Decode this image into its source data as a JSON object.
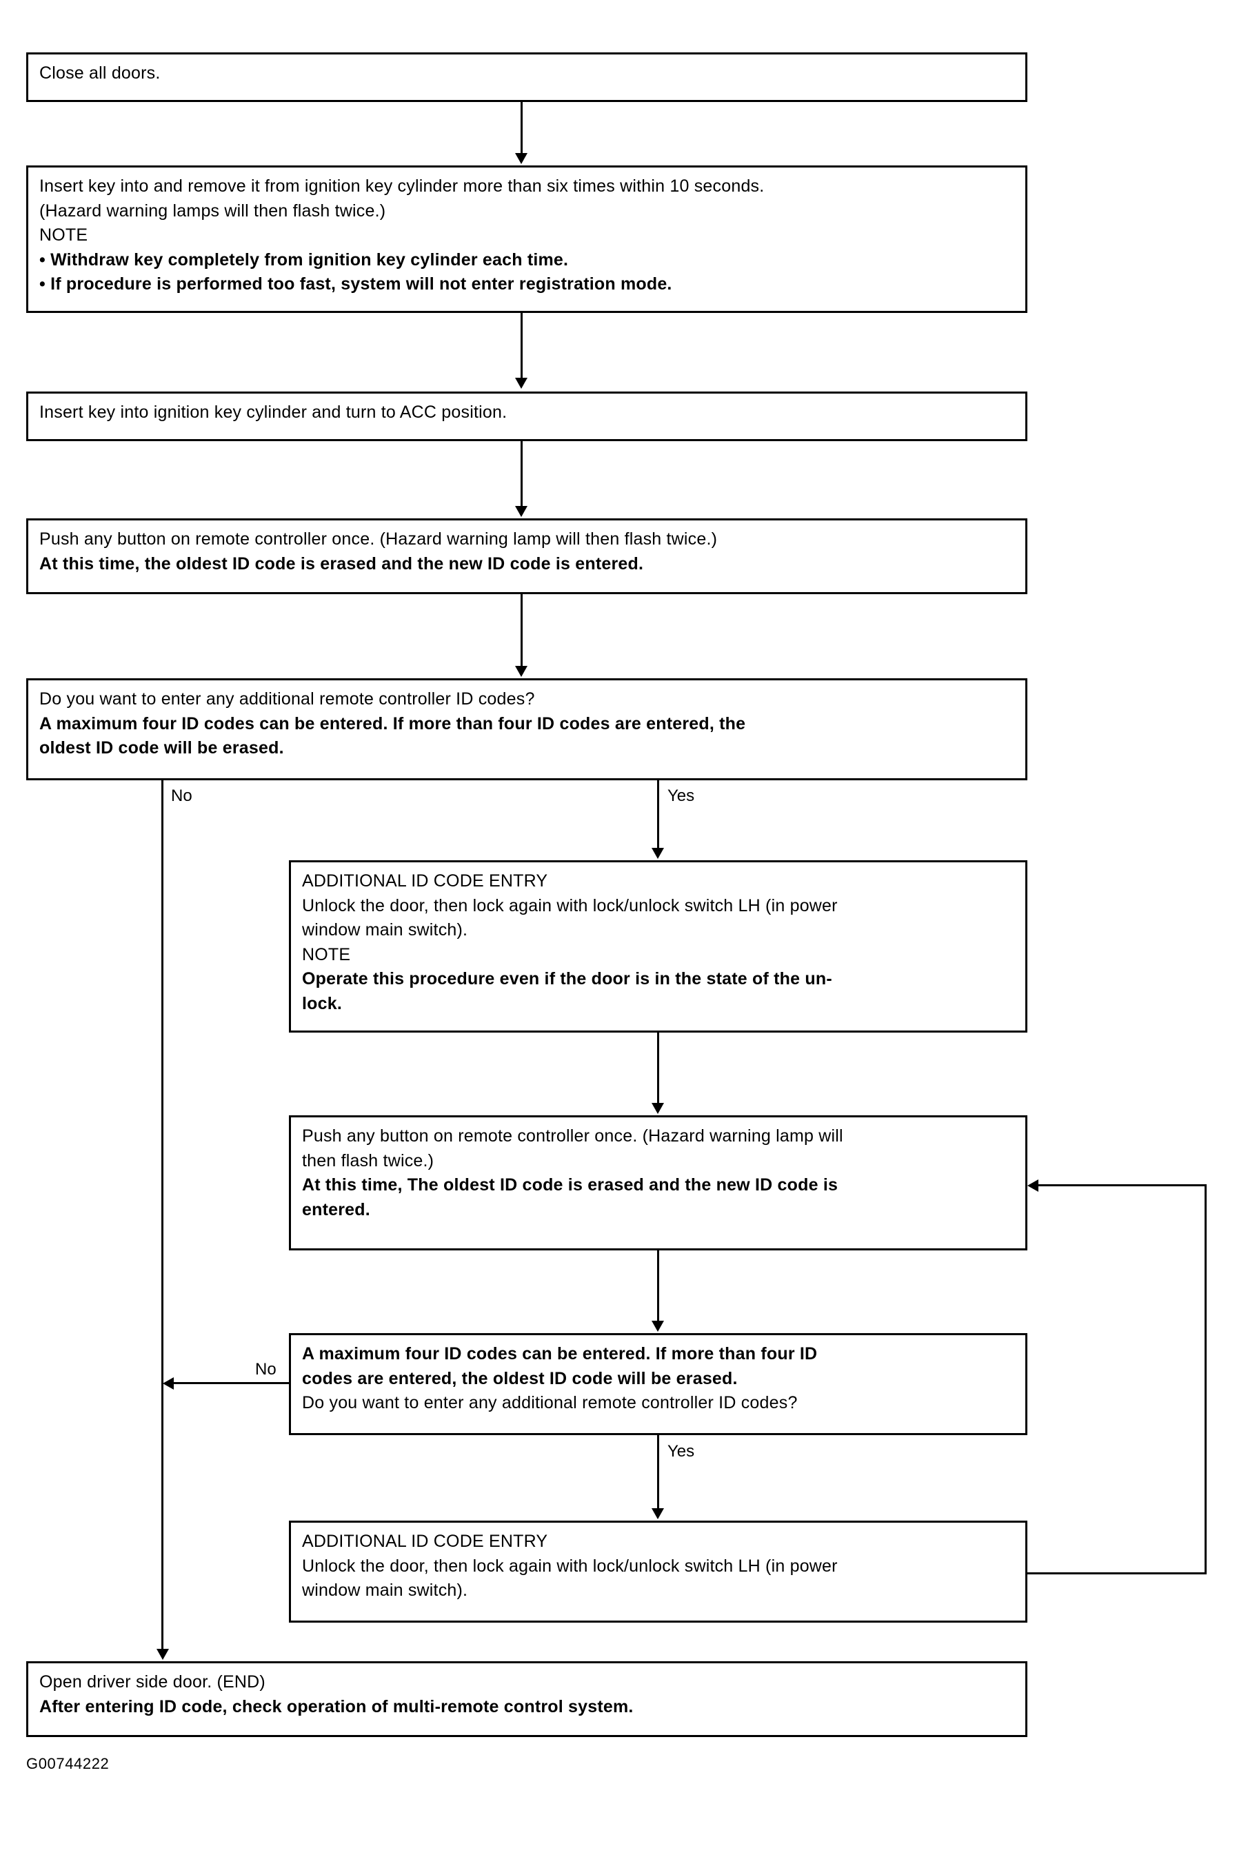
{
  "figure_code": "G00744222",
  "labels": {
    "no": "No",
    "yes": "Yes"
  },
  "boxes": {
    "close_doors": {
      "lines": [
        {
          "text": "Close all doors.",
          "bold": false
        }
      ]
    },
    "insert_remove_key": {
      "lines": [
        {
          "text": "Insert key into and remove it from ignition key cylinder more than six times within 10 seconds.",
          "bold": false
        },
        {
          "text": "(Hazard warning lamps will then flash twice.)",
          "bold": false
        },
        {
          "text": "NOTE",
          "bold": false
        },
        {
          "text": "• Withdraw key completely from ignition key cylinder each time.",
          "bold": true
        },
        {
          "text": "• If procedure is performed too fast, system will not enter registration mode.",
          "bold": true
        }
      ]
    },
    "turn_acc": {
      "lines": [
        {
          "text": "Insert key into ignition key cylinder and turn to ACC position.",
          "bold": false
        }
      ]
    },
    "push_button_1": {
      "lines": [
        {
          "text": "Push any button on remote controller once. (Hazard warning lamp will then flash twice.)",
          "bold": false
        },
        {
          "text": "At this time, the oldest ID code is erased and the new ID code is entered.",
          "bold": true
        }
      ]
    },
    "additional_question_1": {
      "lines": [
        {
          "text": "Do you want to enter any additional remote controller ID codes?",
          "bold": false
        },
        {
          "text": "A maximum four ID codes can be entered. If more than four ID codes are entered, the",
          "bold": true
        },
        {
          "text": "oldest ID code will be erased.",
          "bold": true
        }
      ]
    },
    "additional_entry_1": {
      "lines": [
        {
          "text": "ADDITIONAL ID CODE ENTRY",
          "bold": false
        },
        {
          "text": "Unlock the door, then lock again with lock/unlock switch LH (in power",
          "bold": false
        },
        {
          "text": "window main switch).",
          "bold": false
        },
        {
          "text": "NOTE",
          "bold": false
        },
        {
          "text": "Operate this procedure even if the door is in the state of the un-",
          "bold": true
        },
        {
          "text": "lock.",
          "bold": true
        }
      ]
    },
    "push_button_2": {
      "lines": [
        {
          "text": "Push any button on remote controller once. (Hazard warning lamp will",
          "bold": false
        },
        {
          "text": "then flash twice.)",
          "bold": false
        },
        {
          "text": "At this time, The oldest ID code is erased and the new ID code is",
          "bold": true
        },
        {
          "text": "entered.",
          "bold": true
        }
      ]
    },
    "additional_question_2": {
      "lines": [
        {
          "text": "A maximum four ID codes can be entered. If more than four ID",
          "bold": true
        },
        {
          "text": "codes are entered, the oldest ID code will be erased.",
          "bold": true
        },
        {
          "text": "Do you want to enter any additional remote controller ID codes?",
          "bold": false
        }
      ]
    },
    "additional_entry_2": {
      "lines": [
        {
          "text": "ADDITIONAL ID CODE ENTRY",
          "bold": false
        },
        {
          "text": "Unlock the door, then lock again with lock/unlock switch LH (in power",
          "bold": false
        },
        {
          "text": "window main switch).",
          "bold": false
        }
      ]
    },
    "end_box": {
      "lines": [
        {
          "text": "Open driver side door. (END)",
          "bold": false
        },
        {
          "text": "After entering ID code, check operation of multi-remote control system.",
          "bold": true
        }
      ]
    }
  }
}
